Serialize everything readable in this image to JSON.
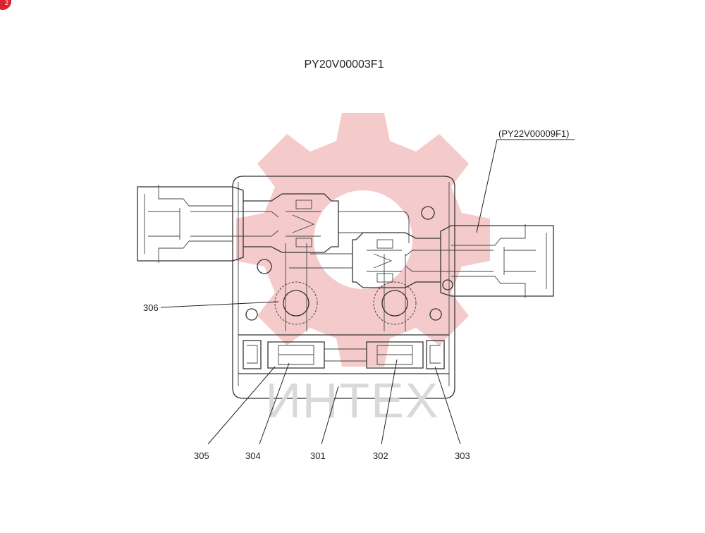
{
  "badge": {
    "text": "2",
    "color": "#d9232d"
  },
  "diagram": {
    "title": "PY20V00003F1",
    "sub_reference": "(PY22V00009F1)",
    "watermark_text": "ИНТЕХ",
    "part_labels": [
      "306",
      "305",
      "304",
      "301",
      "302",
      "303"
    ]
  }
}
